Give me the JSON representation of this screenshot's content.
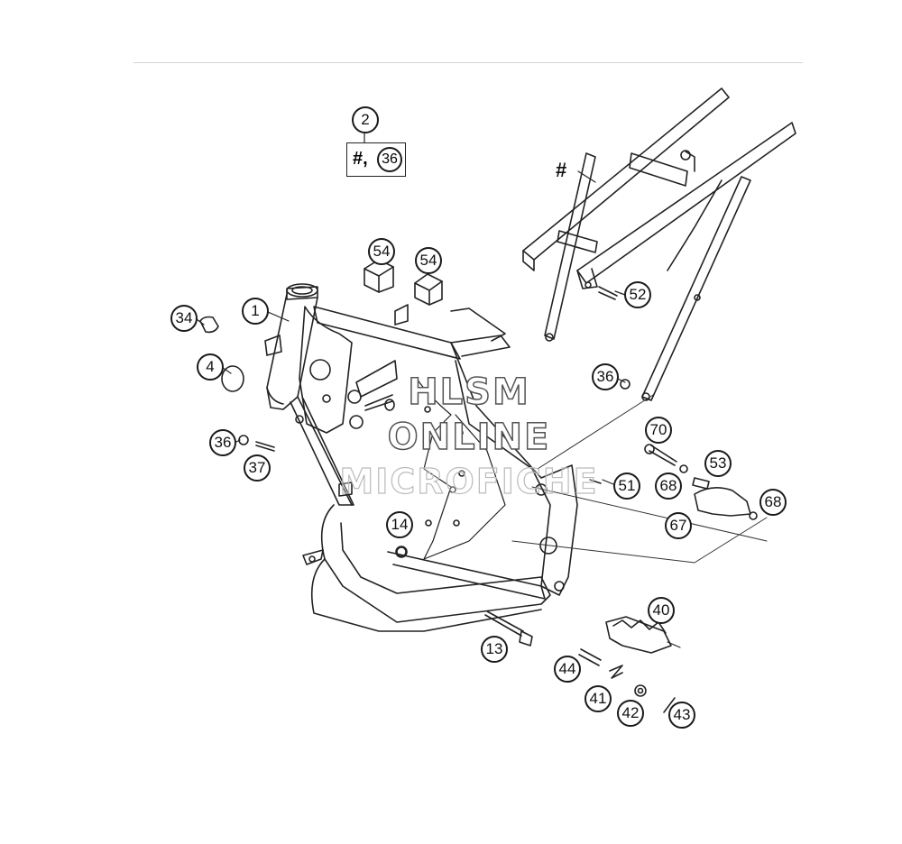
{
  "box_label": {
    "hash": "#,",
    "part": "36"
  },
  "box_callout": "2",
  "subframe_hash": "#",
  "callouts": {
    "c1": "1",
    "c4": "4",
    "c13": "13",
    "c14": "14",
    "c34": "34",
    "c36a": "36",
    "c36b": "36",
    "c37": "37",
    "c40": "40",
    "c41": "41",
    "c42": "42",
    "c43": "43",
    "c44": "44",
    "c51": "51",
    "c52": "52",
    "c53": "53",
    "c54a": "54",
    "c54b": "54",
    "c67": "67",
    "c68a": "68",
    "c68b": "68",
    "c70": "70"
  },
  "watermark": {
    "line1": "HLSM",
    "line2": "ONLINE",
    "line3": "MICROFICHE"
  }
}
